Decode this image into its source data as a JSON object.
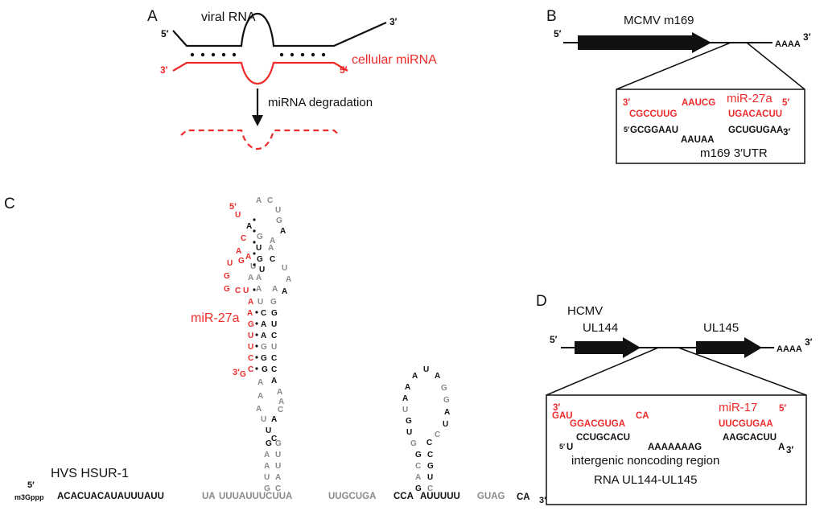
{
  "colors": {
    "black": "#111111",
    "red": "#ee2b2b",
    "gray": "#8a8a8a"
  },
  "panelA": {
    "letter": "A",
    "viral_label": "viral RNA",
    "mirna_label": "cellular miRNA",
    "five": "5′",
    "three": "3′",
    "red_three": "3′",
    "red_five": "5′",
    "arrow_label": "miRNA degradation"
  },
  "panelB": {
    "letter": "B",
    "gene": "MCMV m169",
    "five": "5′",
    "polyA": "AAAA",
    "three": "3′",
    "mir_name": "miR-27a",
    "mir_three": "3′",
    "mir_five": "5′",
    "mir_seq1": "CGCCUUG",
    "mir_seq2": "AAUCG",
    "mir_seq3": "UGACACUU",
    "utr_five": "5′",
    "utr_seq1": "GCGGAAU",
    "utr_seq2": "AAUAA",
    "utr_seq3": "GCUGUGAA",
    "utr_three": "3′",
    "caption": "m169 3′UTR"
  },
  "panelC": {
    "letter": "C",
    "name": "HVS HSUR-1",
    "mir_name": "miR-27a",
    "five": "5′",
    "three": "3′",
    "cap": "m3Gppp",
    "seq1": "ACACUACAUAUUUAUU",
    "seq2": "UA",
    "seq3": "UUUAUUUCUUA",
    "seq4": "UUGCUGA",
    "seq5": "CCA",
    "seq6": "AUUUUU",
    "seq7": "GUAG",
    "seq8": "CA",
    "mir_five": "5′",
    "mir_three": "3′"
  },
  "panelD": {
    "letter": "D",
    "virus": "HCMV",
    "gene1": "UL144",
    "gene2": "UL145",
    "five": "5′",
    "polyA": "AAAA",
    "three": "3′",
    "mir_name": "miR-17",
    "mir_five": "5′",
    "mir_three": "3′",
    "mir_seq1": "GAU",
    "mir_seq2": "GGACGUGA",
    "mir_seq3": "CA",
    "mir_seq4": "UUCGUGAA",
    "t_five": "5′",
    "t_seq1": "U",
    "t_seq2": "CCUGCACU",
    "t_seq3": "AAAAAAAG",
    "t_seq4": "AAGCACUU",
    "t_seq5": "A",
    "t_three": "3′",
    "caption1": "intergenic noncoding region",
    "caption2": "RNA UL144-UL145"
  }
}
